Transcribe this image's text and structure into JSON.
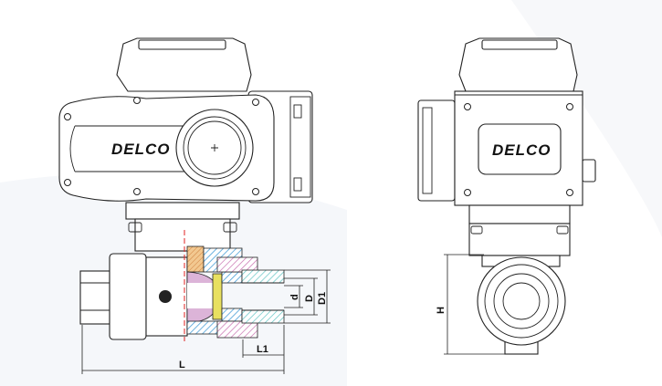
{
  "brand": {
    "left": "DELCO",
    "right": "DELCO"
  },
  "dimensions": {
    "d": "d",
    "D": "D",
    "D1": "D1",
    "L1": "L1",
    "L": "L",
    "H": "H"
  },
  "colors": {
    "hatch_blue": "#4a9fd8",
    "hatch_cyan": "#5fc4c4",
    "hatch_pink": "#c870b0",
    "ball": "#dcb4d8",
    "seal": "#e8e060",
    "stem": "#e0a060",
    "axis": "#e02020"
  }
}
